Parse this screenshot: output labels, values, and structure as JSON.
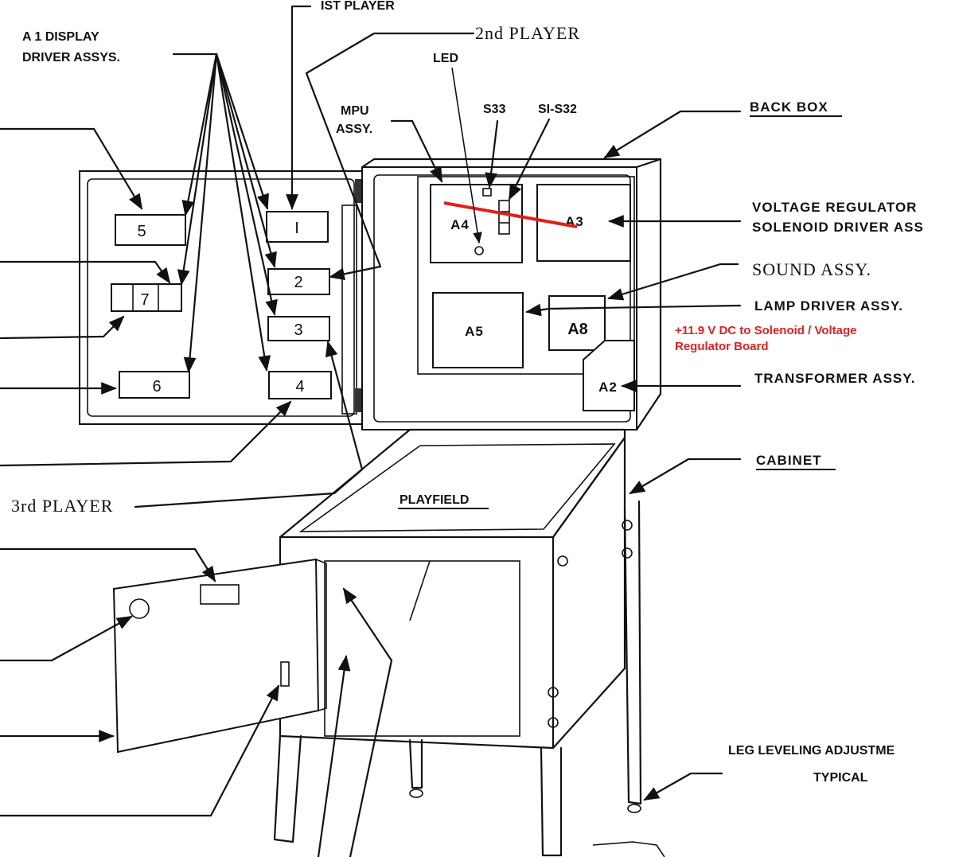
{
  "labels": {
    "first_player": "IST PLAYER",
    "second_player": "2nd PLAYER",
    "a1_display_line1": "A 1 DISPLAY",
    "a1_display_line2": "DRIVER ASSYS.",
    "led": "LED",
    "mpu_line1": "MPU",
    "mpu_line2": "ASSY.",
    "s33": "S33",
    "s1_s32": "SI-S32",
    "back_box": "BACK BOX",
    "voltage_reg_line1": "VOLTAGE REGULATOR",
    "voltage_reg_line2": "SOLENOID DRIVER ASS",
    "sound_assy": "SOUND ASSY.",
    "lamp_driver": "LAMP DRIVER ASSY.",
    "transformer": "TRANSFORMER ASSY.",
    "cabinet": "CABINET",
    "playfield": "PLAYFIELD",
    "third_player": "3rd PLAYER",
    "leg_level_line1": "LEG LEVELING ADJUSTME",
    "leg_level_line2": "TYPICAL"
  },
  "annotation": {
    "line1": "+11.9 V DC to Solenoid / Voltage",
    "line2": "Regulator Board",
    "color": "#e0201a"
  },
  "displays": {
    "d1": "I",
    "d2": "2",
    "d3": "3",
    "d4": "4",
    "d5": "5",
    "d6": "6",
    "d7": "7"
  },
  "boards": {
    "a2": "A2",
    "a3": "A3",
    "a4": "A4",
    "a5": "A5",
    "a8": "A8"
  }
}
